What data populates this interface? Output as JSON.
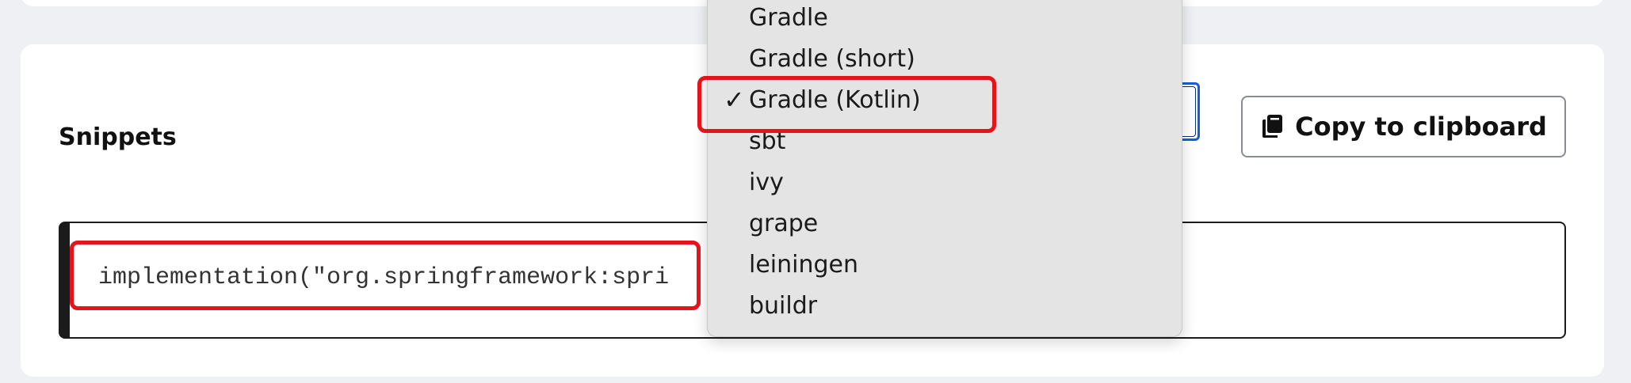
{
  "section": {
    "title": "Snippets"
  },
  "copy_button": {
    "label": "Copy to clipboard",
    "icon": "clipboard-copy-icon"
  },
  "code": {
    "text": "implementation(\"org.springframework:spri"
  },
  "dropdown": {
    "selected": "Gradle (Kotlin)",
    "check_glyph": "✓",
    "options": [
      "Gradle",
      "Gradle (short)",
      "Gradle (Kotlin)",
      "sbt",
      "ivy",
      "grape",
      "leiningen",
      "buildr"
    ]
  },
  "colors": {
    "highlight": "#e5141b",
    "focus_ring": "#1a5bd6",
    "menu_bg": "#e4e4e4",
    "page_bg": "#eef0f4"
  }
}
